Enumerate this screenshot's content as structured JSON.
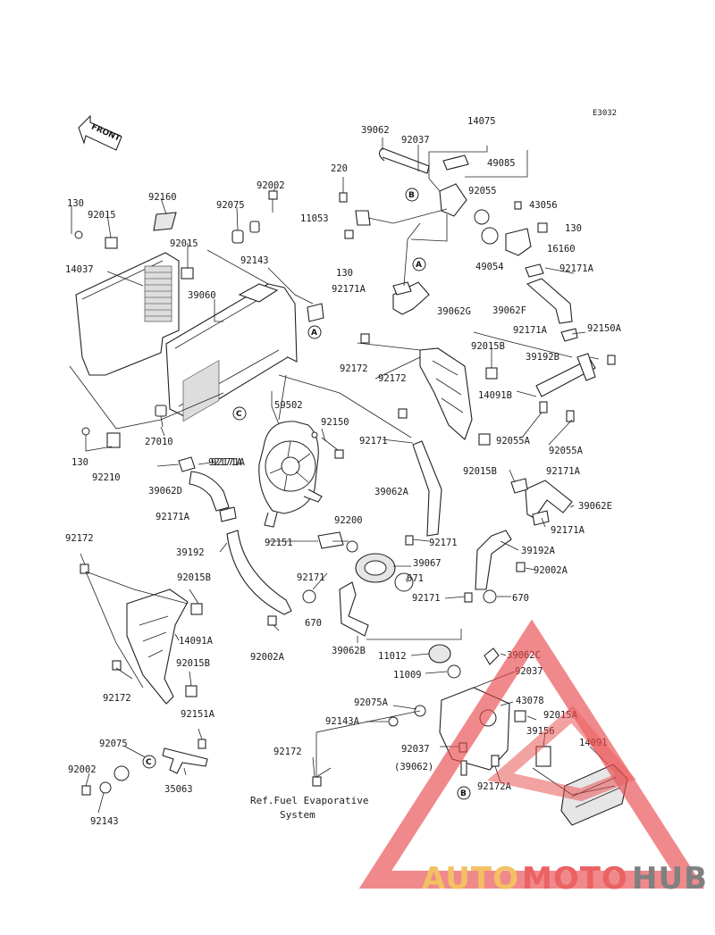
{
  "diagram": {
    "code": "E3032",
    "front_label": "FRONT",
    "labels": [
      {
        "id": "l1",
        "text": "39062"
      },
      {
        "id": "l2",
        "text": "92037"
      },
      {
        "id": "l3",
        "text": "14075"
      },
      {
        "id": "l4",
        "text": "49085"
      },
      {
        "id": "l5",
        "text": "220"
      },
      {
        "id": "l6",
        "text": "92055"
      },
      {
        "id": "l7",
        "text": "43056"
      },
      {
        "id": "l8",
        "text": "11053"
      },
      {
        "id": "l9",
        "text": "130"
      },
      {
        "id": "l10",
        "text": "16160"
      },
      {
        "id": "l11",
        "text": "49054"
      },
      {
        "id": "l12",
        "text": "92171A"
      },
      {
        "id": "l13",
        "text": "130"
      },
      {
        "id": "l14",
        "text": "92171A"
      },
      {
        "id": "l15",
        "text": "39062G"
      },
      {
        "id": "l16",
        "text": "39062F"
      },
      {
        "id": "l17",
        "text": "92171A"
      },
      {
        "id": "l18",
        "text": "92150A"
      },
      {
        "id": "l19",
        "text": "92015B"
      },
      {
        "id": "l20",
        "text": "39192B"
      },
      {
        "id": "l21",
        "text": "92172"
      },
      {
        "id": "l22",
        "text": "92172"
      },
      {
        "id": "l23",
        "text": "14091B"
      },
      {
        "id": "l24",
        "text": "92055A"
      },
      {
        "id": "l25",
        "text": "92055A"
      },
      {
        "id": "l26",
        "text": "130"
      },
      {
        "id": "l27",
        "text": "92015"
      },
      {
        "id": "l28",
        "text": "92160"
      },
      {
        "id": "l29",
        "text": "92075"
      },
      {
        "id": "l30",
        "text": "92002"
      },
      {
        "id": "l31",
        "text": "92143"
      },
      {
        "id": "l32",
        "text": "92015"
      },
      {
        "id": "l33",
        "text": "14037"
      },
      {
        "id": "l34",
        "text": "39060"
      },
      {
        "id": "l35",
        "text": "92171A"
      },
      {
        "id": "l36",
        "text": "59502"
      },
      {
        "id": "l37",
        "text": "92150"
      },
      {
        "id": "l38",
        "text": "92171"
      },
      {
        "id": "l39",
        "text": "27010"
      },
      {
        "id": "l40",
        "text": "130"
      },
      {
        "id": "l41",
        "text": "92210"
      },
      {
        "id": "l42",
        "text": "92171A"
      },
      {
        "id": "l43",
        "text": "39062D"
      },
      {
        "id": "l44",
        "text": "92015B"
      },
      {
        "id": "l45",
        "text": "92171A"
      },
      {
        "id": "l46",
        "text": "39062A"
      },
      {
        "id": "l47",
        "text": "39062E"
      },
      {
        "id": "l48",
        "text": "92171A"
      },
      {
        "id": "l49",
        "text": "92200"
      },
      {
        "id": "l50",
        "text": "92171A"
      },
      {
        "id": "l51",
        "text": "92172"
      },
      {
        "id": "l52",
        "text": "39192"
      },
      {
        "id": "l53",
        "text": "92151"
      },
      {
        "id": "l54",
        "text": "92171"
      },
      {
        "id": "l55",
        "text": "39192A"
      },
      {
        "id": "l56",
        "text": "39067"
      },
      {
        "id": "l57",
        "text": "92002A"
      },
      {
        "id": "l58",
        "text": "92015B"
      },
      {
        "id": "l59",
        "text": "92171"
      },
      {
        "id": "l60",
        "text": "671"
      },
      {
        "id": "l61",
        "text": "92171"
      },
      {
        "id": "l62",
        "text": "670"
      },
      {
        "id": "l63",
        "text": "670"
      },
      {
        "id": "l64",
        "text": "14091A"
      },
      {
        "id": "l65",
        "text": "92002A"
      },
      {
        "id": "l66",
        "text": "92015B"
      },
      {
        "id": "l67",
        "text": "39062B"
      },
      {
        "id": "l68",
        "text": "11012"
      },
      {
        "id": "l69",
        "text": "39062C"
      },
      {
        "id": "l70",
        "text": "11009"
      },
      {
        "id": "l71",
        "text": "92037"
      },
      {
        "id": "l72",
        "text": "92172"
      },
      {
        "id": "l73",
        "text": "43078"
      },
      {
        "id": "l74",
        "text": "92151A"
      },
      {
        "id": "l75",
        "text": "92075A"
      },
      {
        "id": "l76",
        "text": "92015A"
      },
      {
        "id": "l77",
        "text": "92143A"
      },
      {
        "id": "l78",
        "text": "39156"
      },
      {
        "id": "l79",
        "text": "14091"
      },
      {
        "id": "l80",
        "text": "92075"
      },
      {
        "id": "l81",
        "text": "92037"
      },
      {
        "id": "l82",
        "text": "92172"
      },
      {
        "id": "l83",
        "text": "(39062)"
      },
      {
        "id": "l84",
        "text": "92002"
      },
      {
        "id": "l85",
        "text": "92172A"
      },
      {
        "id": "l86",
        "text": "35063"
      },
      {
        "id": "l87",
        "text": "92143"
      }
    ],
    "callouts": [
      {
        "id": "cA1",
        "text": "A"
      },
      {
        "id": "cA2",
        "text": "A"
      },
      {
        "id": "cB1",
        "text": "B"
      },
      {
        "id": "cB2",
        "text": "B"
      },
      {
        "id": "cC1",
        "text": "C"
      },
      {
        "id": "cC2",
        "text": "C"
      }
    ],
    "note_line1": "Ref.Fuel Evaporative",
    "note_line2": "System"
  },
  "watermark": {
    "part1": "AUTO",
    "part2": "MOTO",
    "part3": "HUB",
    "colors": {
      "auto": "#f2b64a",
      "moto": "#e8474a",
      "hub": "#6b6b6b",
      "triangle": "#e8474a"
    }
  }
}
